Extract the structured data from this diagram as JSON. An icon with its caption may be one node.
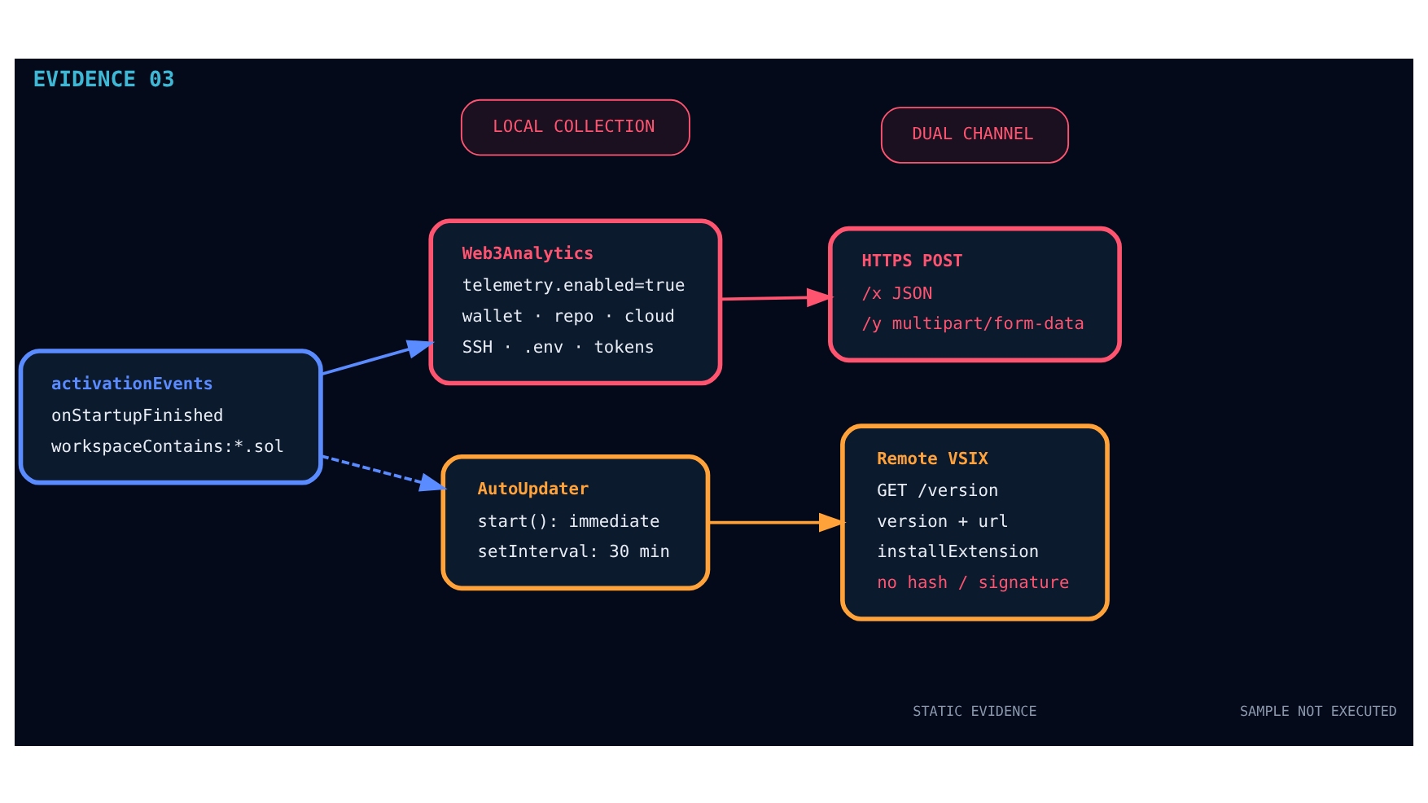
{
  "diagram": {
    "title": "EVIDENCE 03",
    "nodes": [
      {
        "text": [
          "activationEvents",
          "onStartupFinished",
          "workspaceContains:*.sol"
        ]
      },
      {
        "text": [
          "Web3Analytics",
          "telemetry.enabled=true",
          "wallet · repo · cloud",
          "SSH · .env · tokens"
        ]
      },
      {
        "text": [
          "HTTPS POST",
          "/x JSON",
          "/y multipart/form-data"
        ]
      },
      {
        "text": [
          "LOCAL COLLECTION"
        ]
      },
      {
        "text": [
          "DUAL CHANNEL"
        ]
      },
      {
        "text": [
          "AutoUpdater",
          "start(): immediate",
          "setInterval: 30 min"
        ]
      },
      {
        "text": [
          "Remote VSIX",
          "GET /version",
          "version + url",
          "installExtension",
          "no hash / signature"
        ]
      }
    ],
    "edges": [
      {
        "from": 0,
        "to": 1,
        "arrow": "to",
        "color": "#5b8cff"
      },
      {
        "from": 1,
        "to": 2,
        "arrow": "to",
        "color": "#ff5470"
      },
      {
        "from": 0,
        "to": 5,
        "arrow": "to",
        "style": "dashed",
        "color": "#5b8cff"
      },
      {
        "from": 5,
        "to": 6,
        "arrow": "to",
        "color": "#ffa23a"
      }
    ],
    "labels": [
      "STATIC EVIDENCE",
      "SAMPLE NOT EXECUTED"
    ]
  }
}
